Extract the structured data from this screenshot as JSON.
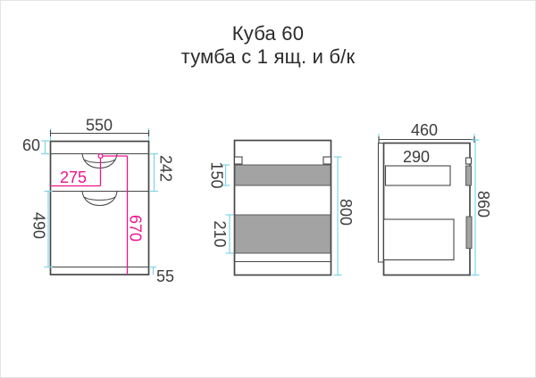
{
  "title": {
    "line1": "Куба 60",
    "line2": "тумба с 1 ящ. и б/к"
  },
  "front_view": {
    "width_mm": "550",
    "top_rail_height_mm": "60",
    "upper_drawer_front_mm": "242",
    "lower_drawer_front_mm": "490",
    "plinth_height_mm": "55",
    "handle_center_offset_mm": "275",
    "handle_center_height_mm": "670"
  },
  "side_view": {
    "upper_drawer_depth_mm": "150",
    "lower_drawer_depth_mm": "210",
    "body_height_mm": "800"
  },
  "back_view": {
    "width_mm": "460",
    "cutout_width_mm": "290",
    "overall_height_mm": "860"
  },
  "colors": {
    "outline": "#474747",
    "extension_line": "#7fd4e8",
    "highlight_dimension": "#ec148c",
    "panel_fill": "#a3a3a3",
    "background": "#ffffff"
  }
}
